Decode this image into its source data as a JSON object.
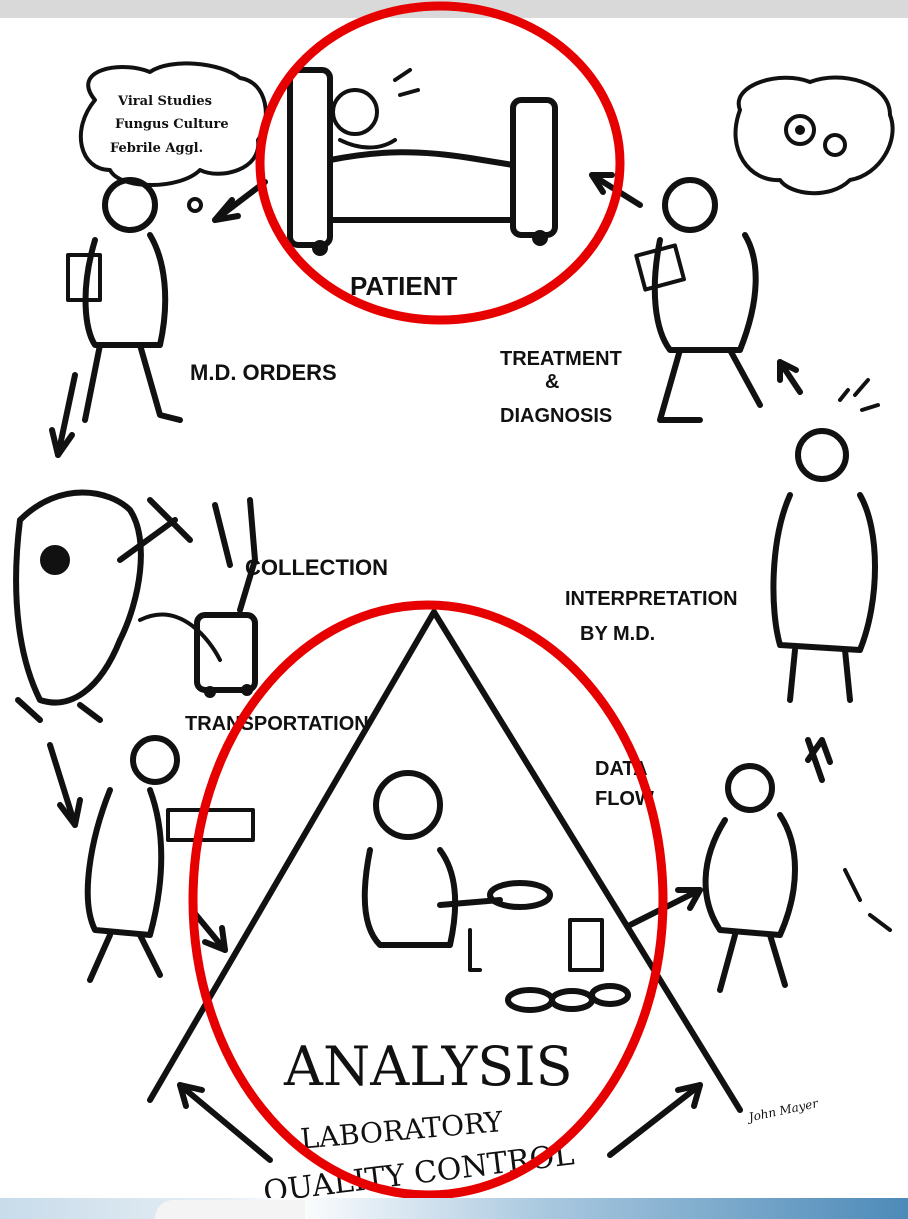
{
  "labels": {
    "patient": "PATIENT",
    "md_orders": "M.D. ORDERS",
    "collection": "COLLECTION",
    "transportation": "TRANSPORTATION",
    "analysis": "ANALYSIS",
    "laboratory": "LABORATORY",
    "quality_control": "QUALITY CONTROL",
    "data": "DATA",
    "flow": "FLOW",
    "interpretation": "INTERPRETATION",
    "by_md": "BY M.D.",
    "treatment": "TREATMENT",
    "treatment_amp": "&",
    "diagnosis": "DIAGNOSIS",
    "signature": "John Mayer"
  },
  "thought_bubble_left": [
    "Viral Studies",
    "Fungus Culture",
    "Febrile Aggl."
  ],
  "colors": {
    "highlight_ring": "#e60000",
    "ink": "#111111"
  }
}
